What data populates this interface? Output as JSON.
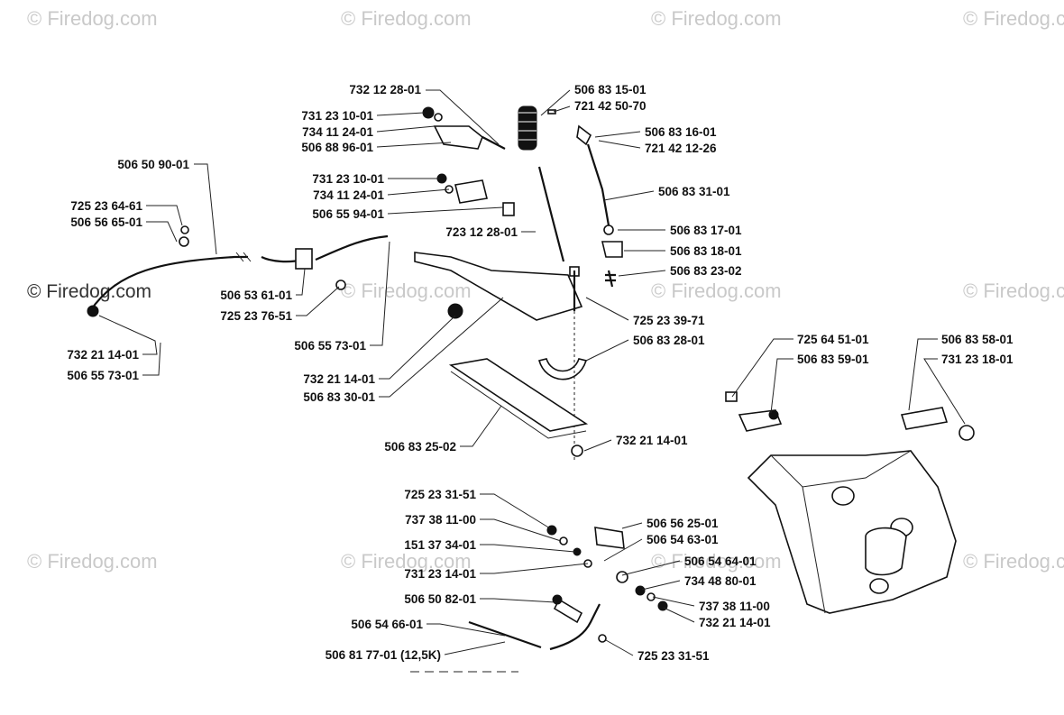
{
  "watermark": "© Firedog.com",
  "parts": {
    "p1": "732 12 28-01",
    "p2": "731 23 10-01",
    "p3": "734 11 24-01",
    "p4": "506 88 96-01",
    "p5": "506 83 15-01",
    "p6": "721 42 50-70",
    "p7": "506 83 16-01",
    "p8": "721 42 12-26",
    "p9": "506 50 90-01",
    "p10": "731 23 10-01",
    "p11": "734 11 24-01",
    "p12": "506 55 94-01",
    "p13": "506 83 31-01",
    "p14": "725 23 64-61",
    "p15": "506 56 65-01",
    "p16": "723 12 28-01",
    "p17": "506 83 17-01",
    "p18": "506 83 18-01",
    "p19": "506 83 23-02",
    "p20": "506 53 61-01",
    "p21": "725 23 76-51",
    "p22": "725 23 39-71",
    "p23": "506 83 28-01",
    "p24": "506 55 73-01",
    "p25": "732 21 14-01",
    "p26": "506 55 73-01",
    "p27": "725 64 51-01",
    "p28": "506 83 59-01",
    "p29": "506 83 58-01",
    "p30": "731 23 18-01",
    "p31": "732 21 14-01",
    "p32": "506 83 30-01",
    "p33": "506 83 25-02",
    "p34": "732 21 14-01",
    "p35": "725 23 31-51",
    "p36": "737 38 11-00",
    "p37": "506 56 25-01",
    "p38": "506 54 63-01",
    "p39": "151 37 34-01",
    "p40": "506 54 64-01",
    "p41": "731 23 14-01",
    "p42": "734 48 80-01",
    "p43": "506 50 82-01",
    "p44": "737 38 11-00",
    "p45": "732 21 14-01",
    "p46": "506 54 66-01",
    "p47": "506 81 77-01 (12,5K)",
    "p48": "725 23 31-51"
  }
}
